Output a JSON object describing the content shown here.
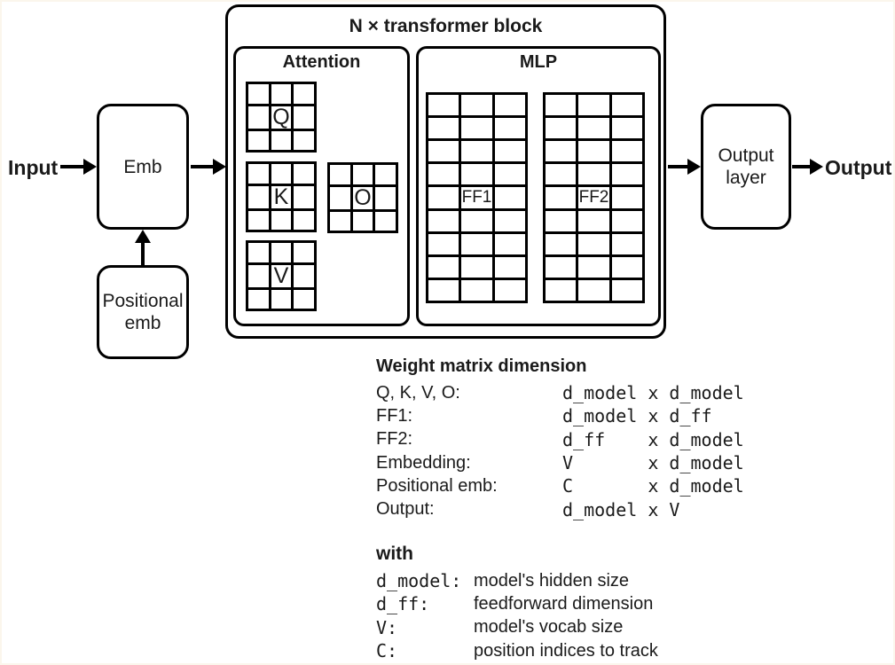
{
  "diagram": {
    "input_label": "Input",
    "output_label": "Output",
    "emb_label": "Emb",
    "positional_line1": "Positional",
    "positional_line2": "emb",
    "output_layer_line1": "Output",
    "output_layer_line2": "layer",
    "transformer_title": "N × transformer block",
    "attention_title": "Attention",
    "mlp_title": "MLP",
    "matrices": [
      {
        "id": "Q",
        "label": "Q",
        "rows": 3,
        "cols": 3,
        "label_row": 2,
        "label_col": 2
      },
      {
        "id": "K",
        "label": "K",
        "rows": 3,
        "cols": 3,
        "label_row": 2,
        "label_col": 2
      },
      {
        "id": "O",
        "label": "O",
        "rows": 3,
        "cols": 3,
        "label_row": 2,
        "label_col": 2
      },
      {
        "id": "V",
        "label": "V",
        "rows": 3,
        "cols": 3,
        "label_row": 2,
        "label_col": 2
      },
      {
        "id": "FF1",
        "label": "FF1",
        "rows": 9,
        "cols": 3,
        "label_row": 5,
        "label_col": 2
      },
      {
        "id": "FF2",
        "label": "FF2",
        "rows": 9,
        "cols": 3,
        "label_row": 5,
        "label_col": 2
      }
    ]
  },
  "weight_table": {
    "title": "Weight matrix dimension",
    "rows": [
      {
        "label": "Q, K, V, O:",
        "value": "d_model x d_model"
      },
      {
        "label": "FF1:",
        "value": "d_model x d_ff"
      },
      {
        "label": "FF2:",
        "value": "d_ff    x d_model"
      },
      {
        "label": "Embedding:",
        "value": "V       x d_model"
      },
      {
        "label": "Positional emb:",
        "value": "C       x d_model"
      },
      {
        "label": "Output:",
        "value": "d_model x V"
      }
    ]
  },
  "legend": {
    "title": "with",
    "rows": [
      {
        "term": "d_model:",
        "desc": "model's hidden size"
      },
      {
        "term": "d_ff:",
        "desc": "feedforward dimension"
      },
      {
        "term": "V:",
        "desc": "model's vocab size"
      },
      {
        "term": "C:",
        "desc": "position indices to track"
      }
    ]
  },
  "colors": {
    "line": "#000000",
    "background": "#ffffff",
    "frame": "#fbf6ec"
  }
}
